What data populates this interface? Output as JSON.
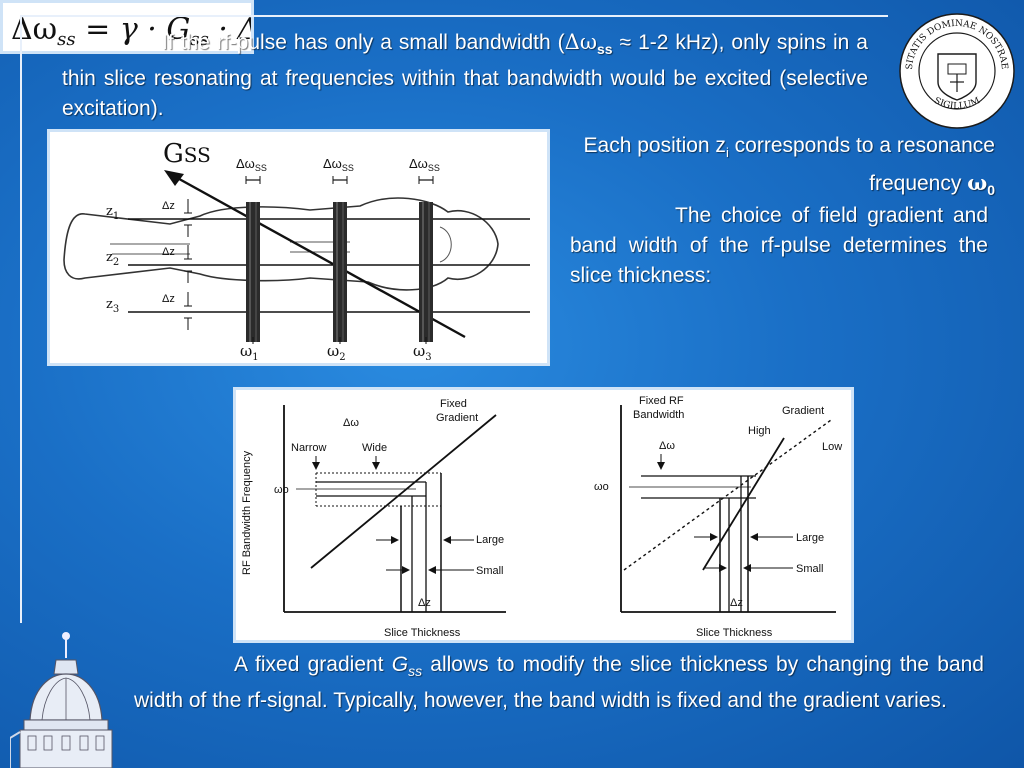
{
  "text": {
    "p1_a": "If the rf-pulse has only a small bandwidth (",
    "p1_delta": "Δω",
    "p1_sub": "ss",
    "p1_b": " ≈ 1-2 kHz), only spins in a thin slice resonating at frequencies within that bandwidth would be excited (selective excitation).",
    "p2_a": "Each position z",
    "p2_sub": "i",
    "p2_b": " corresponds to a resonance frequency ",
    "p2_omega": "ω",
    "p2_omega_sub": "0",
    "p3": "The choice of field gradient and band width of the rf-pulse determines the slice thickness:",
    "p4_a": "A fixed gradient ",
    "p4_g": "G",
    "p4_gsub": "ss",
    "p4_b": " allows to modify the slice thickness by changing the band width of the rf-signal. Typically, however, the band width is fixed and the gradient varies."
  },
  "formula": {
    "lhs": "Δω",
    "lhs_sub": "ss",
    "rhs": " = γ · G",
    "rhs_sub": "ss",
    "rhs_end": " · Δz"
  },
  "fig1": {
    "gradient_label": "G",
    "gradient_sub": "SS",
    "bandwidth_label": "Δω",
    "bandwidth_sub": "SS",
    "dz_label": "Δz",
    "positions": [
      "z",
      "z",
      "z"
    ],
    "position_subs": [
      "1",
      "2",
      "3"
    ],
    "freqs": [
      "ω",
      "ω",
      "ω"
    ],
    "freq_subs": [
      "1",
      "2",
      "3"
    ]
  },
  "fig2": {
    "y_axis": "RF Bandwidth Frequency",
    "left": {
      "title1": "Fixed",
      "title2": "Gradient",
      "delta": "Δω",
      "narrow": "Narrow",
      "wide": "Wide",
      "omega0": "ωo",
      "large": "Large",
      "small": "Small",
      "dz": "Δz",
      "xlabel": "Slice Thickness"
    },
    "right": {
      "title1": "Fixed RF",
      "title2": "Bandwidth",
      "gradient": "Gradient",
      "high": "High",
      "low": "Low",
      "delta": "Δω",
      "omega0": "ωo",
      "large": "Large",
      "small": "Small",
      "dz": "Δz",
      "xlabel": "Slice Thickness"
    }
  },
  "seal": {
    "top_text": "UNIVERSITATIS DOMINAE NOSTRAE A LACU",
    "bottom_text": "SIGILLUM"
  }
}
